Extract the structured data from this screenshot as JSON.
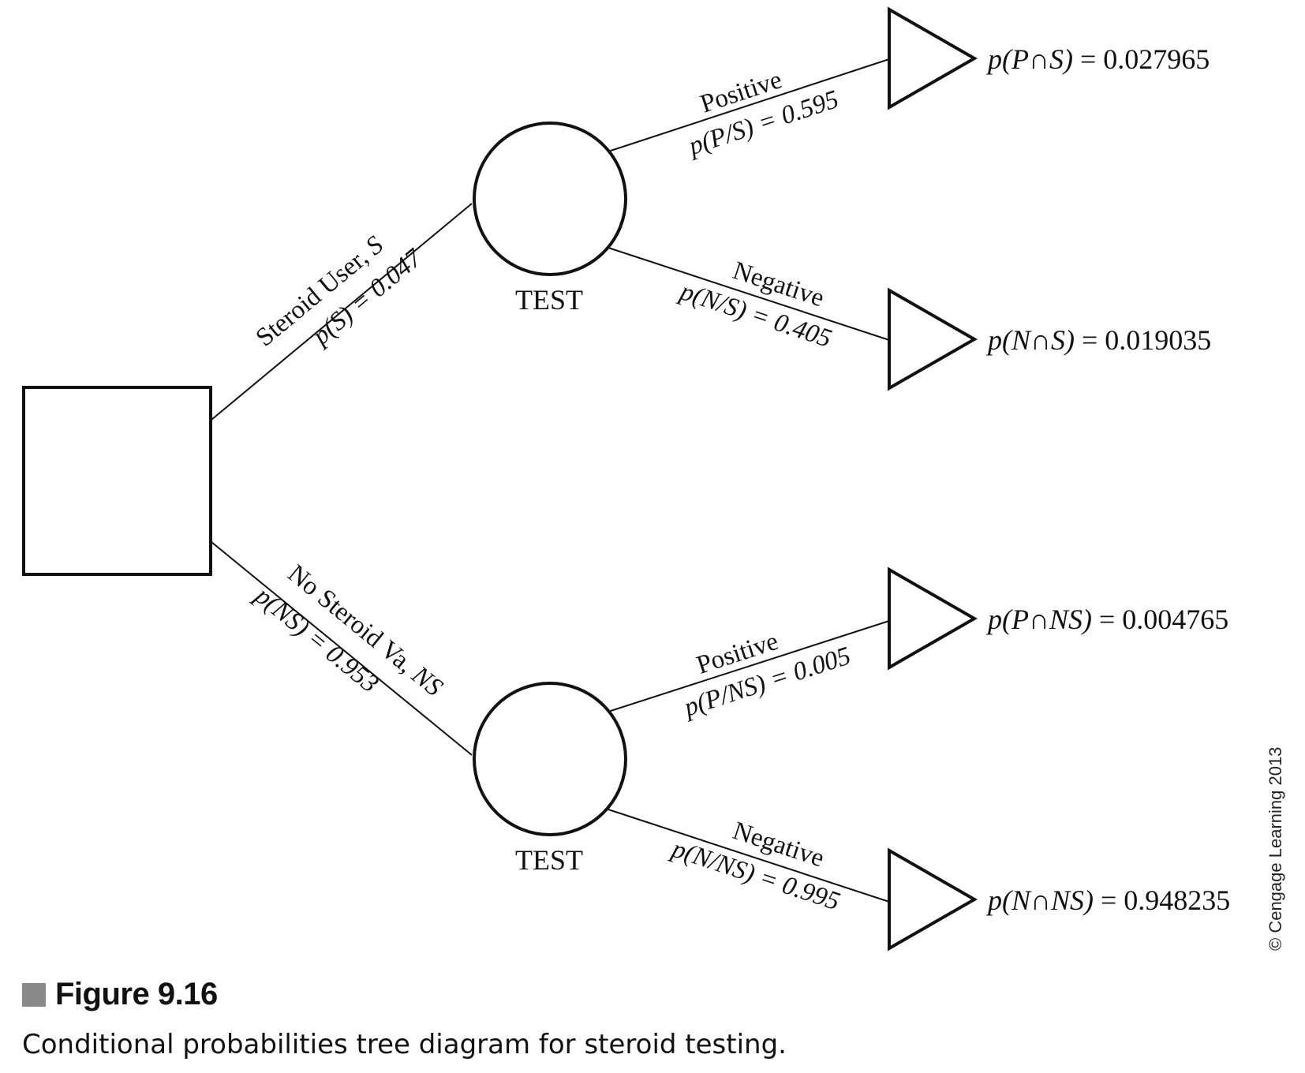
{
  "decision_node": {},
  "chance_nodes": [
    {
      "label": "TEST"
    },
    {
      "label": "TEST"
    }
  ],
  "branches": {
    "steroid": {
      "name": "Steroid User, ",
      "name_italic": "S",
      "prob": "p(S) = 0.047"
    },
    "no_steroid": {
      "name": "No Steroid Va, ",
      "name_italic": "NS",
      "prob": "p(NS) = 0.953"
    },
    "s_positive": {
      "name": "Positive",
      "prob": "p(P/S) = 0.595"
    },
    "s_negative": {
      "name": "Negative",
      "prob": "p(N/S) = 0.405"
    },
    "ns_positive": {
      "name": "Positive",
      "prob": "p(P/NS) = 0.005"
    },
    "ns_negative": {
      "name": "Negative",
      "prob": "p(N/NS) = 0.995"
    }
  },
  "outcomes": [
    {
      "expr": "p(P∩S)",
      "value": " = 0.027965"
    },
    {
      "expr": "p(N∩S)",
      "value": " = 0.019035"
    },
    {
      "expr": "p(P∩NS)",
      "value": " = 0.004765"
    },
    {
      "expr": "p(N∩NS)",
      "value": " = 0.948235"
    }
  ],
  "figure": {
    "number": "Figure 9.16",
    "caption": "Conditional probabilities tree diagram for steroid testing."
  },
  "copyright": "© Cengage Learning 2013"
}
